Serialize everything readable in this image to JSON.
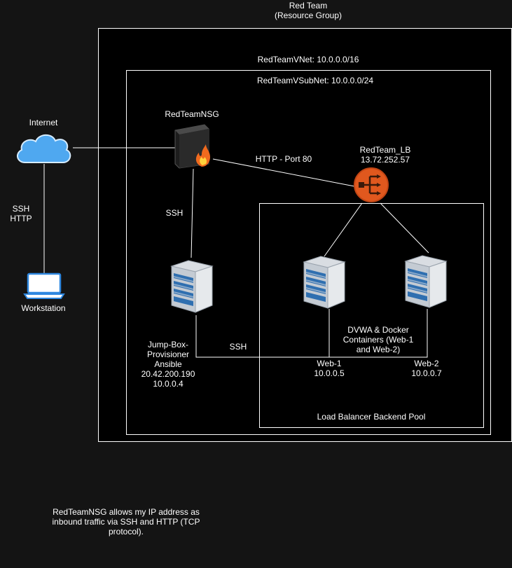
{
  "resource_group": {
    "line1": "Red Team",
    "line2": "(Resource Group)"
  },
  "vnet": {
    "label": "RedTeamVNet: 10.0.0.0/16"
  },
  "subnet": {
    "label": "RedTeamVSubNet: 10.0.0.0/24"
  },
  "internet": {
    "label": "Internet"
  },
  "ssh_http": {
    "line1": "SSH",
    "line2": "HTTP"
  },
  "workstation": {
    "label": "Workstation"
  },
  "nsg": {
    "label": "RedTeamNSG"
  },
  "http_edge": {
    "label": "HTTP - Port 80"
  },
  "lb": {
    "name": "RedTeam_LB",
    "ip": "13.72.252.57"
  },
  "ssh_edge_1": {
    "label": "SSH"
  },
  "ssh_edge_2": {
    "label": "SSH"
  },
  "jumpbox": {
    "line1": "Jump-Box-",
    "line2": "Provisioner",
    "line3": "Ansible",
    "line4": "20.42.200.190",
    "line5": "10.0.0.4"
  },
  "dvwa": {
    "line1": "DVWA & Docker",
    "line2": "Containers (Web-1",
    "line3": "and Web-2)"
  },
  "web1": {
    "name": "Web-1",
    "ip": "10.0.0.5"
  },
  "web2": {
    "name": "Web-2",
    "ip": "10.0.0.7"
  },
  "pool": {
    "label": "Load Balancer Backend Pool"
  },
  "note": {
    "line1": "RedTeamNSG allows my IP address as",
    "line2": "inbound traffic via SSH  and HTTP (TCP",
    "line3": "protocol)."
  },
  "colors": {
    "background": "#141414",
    "container": "#000000",
    "cloud": "#4fa8f0",
    "laptop": "#2f88e0",
    "lb": "#e0581e",
    "server": "#2f6fb0",
    "line": "#ffffff"
  }
}
